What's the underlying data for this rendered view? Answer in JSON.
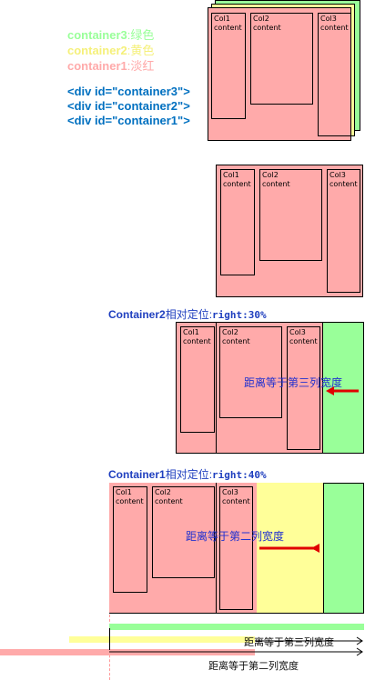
{
  "legend": {
    "container3": {
      "id": "container3",
      "cn": ":绿色",
      "color": "#99ff99"
    },
    "container2": {
      "id": "container2",
      "cn": ":黄色",
      "color": "#ffff99"
    },
    "container1": {
      "id": "container1",
      "cn": ":淡红",
      "color": "#ffaaaa"
    }
  },
  "code": [
    "<div id=\"container3\">",
    "<div id=\"container2\">",
    "<div id=\"container1\">"
  ],
  "columns": {
    "col1": {
      "name": "Col1",
      "text": "content"
    },
    "col2": {
      "name": "Col2",
      "text": "content"
    },
    "col3": {
      "name": "Col3",
      "text": "content"
    }
  },
  "section3": {
    "title": "Container2",
    "suffix": "相对定位:",
    "code": "right:30%"
  },
  "section4": {
    "title": "Container1",
    "suffix": "相对定位:",
    "code": "right:40%"
  },
  "annotations": {
    "third_col_width": "距离等于第三列宽度",
    "second_col_width": "距离等于第二列宽度"
  },
  "colors": {
    "green": "#99ff99",
    "yellow": "#ffff99",
    "pink": "#ffaaaa",
    "blue_text": "#0070c0",
    "arrow_red": "#e00000"
  }
}
